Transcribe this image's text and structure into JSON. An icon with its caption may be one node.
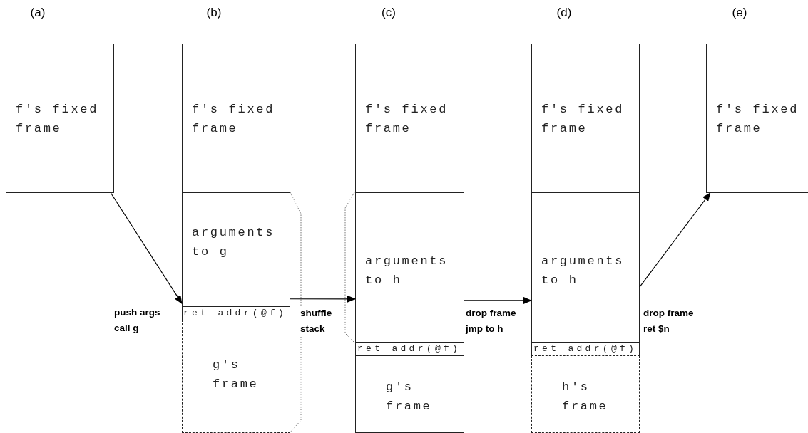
{
  "diagram": {
    "nodes": [
      {
        "text": [
          "f's fixed frame"
        ]
      },
      {
        "text": [
          "f's fixed frame"
        ]
      },
      {
        "text": [
          "arguments to g"
        ]
      },
      {
        "text": [
          "ret addr(@f)"
        ]
      },
      {
        "text": [
          "g's frame"
        ]
      },
      {
        "text": [
          "f's fixed frame"
        ]
      },
      {
        "text": [
          "arguments to h"
        ]
      },
      {
        "text": [
          "ret addr(@f)"
        ]
      },
      {
        "text": [
          "g's frame"
        ]
      },
      {
        "text": [
          "f's fixed frame"
        ]
      },
      {
        "text": [
          "arguments to h"
        ]
      },
      {
        "text": [
          "ret addr(@f)"
        ]
      },
      {
        "text": [
          "h's frame"
        ]
      },
      {
        "text": [
          "f's fixed frame"
        ]
      }
    ],
    "edges": [
      {
        "from": 0,
        "to": 2,
        "arrow": "to",
        "label": "push args call g"
      },
      {
        "from": 2,
        "to": 6,
        "arrow": "to",
        "label": "shuffle stack"
      },
      {
        "from": 6,
        "to": 10,
        "arrow": "to",
        "label": "drop frame jmp to h"
      },
      {
        "from": 10,
        "to": 13,
        "arrow": "to",
        "label": "drop frame ret $n"
      }
    ],
    "labels": [
      "(a)",
      "(b)",
      "(c)",
      "(d)",
      "(e)"
    ]
  }
}
